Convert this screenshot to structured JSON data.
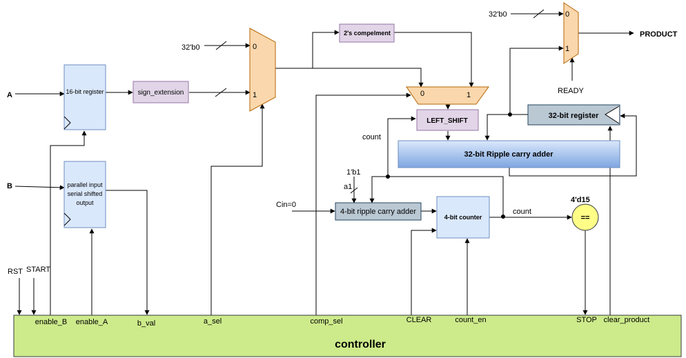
{
  "blocks": {
    "reg16": "16-bit register",
    "sign_ext": "sign_extension",
    "piso_l1": "parallel input",
    "piso_l2": "serial shifted",
    "piso_l3": "output",
    "twos_comp": "2's compelment",
    "left_shift": "LEFT_SHIFT",
    "rca32": "32-bit Ripple carry adder",
    "reg32": "32-bit register",
    "rca4": "4-bit ripple carry adder",
    "counter4": "4-bit counter",
    "cmp": "==",
    "controller": "controller"
  },
  "labels": {
    "in_a": "A",
    "in_b": "B",
    "zero_mux1": "32'b0",
    "zero_mux3": "32'b0",
    "product": "PRODUCT",
    "ready": "READY",
    "mux_0": "0",
    "mux_1": "1",
    "count_loop": "count",
    "count_out": "count",
    "const_1b1": "1'b1",
    "a1": "a1",
    "cin": "Cin=0",
    "const_4d15": "4'd15",
    "rst": "RST",
    "start": "START"
  },
  "controller_signals": {
    "enable_b": "enable_B",
    "enable_a": "enable_A",
    "b_val": "b_val",
    "a_sel": "a_sel",
    "comp_sel": "comp_sel",
    "clear": "CLEAR",
    "count_en": "count_en",
    "stop": "STOP",
    "clear_product": "clear_product"
  },
  "colors": {
    "register": "#dae8fc",
    "register_border": "#6c8ebf",
    "mux": "#fad7ac",
    "mux_border": "#b46504",
    "purple": "#e1d5e7",
    "purple_border": "#9673a6",
    "gray": "#bac8d3",
    "gray_border": "#23445d",
    "yellow": "#ffff88",
    "yellow_border": "#36393d",
    "controller": "#cdeb8b",
    "controller_border": "#36393d"
  }
}
